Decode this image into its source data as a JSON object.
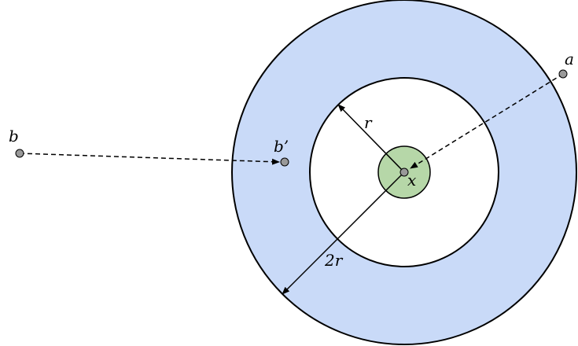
{
  "colors": {
    "outer_ring_fill": "#c9daf8",
    "inner_disk_fill": "#ffffff",
    "center_disk_fill": "#b6d7a8",
    "point_fill": "#999999",
    "stroke": "#000000"
  },
  "labels": {
    "a": "a",
    "b": "b",
    "b_prime": "b’",
    "x": "x",
    "r": "r",
    "two_r": "2r"
  }
}
